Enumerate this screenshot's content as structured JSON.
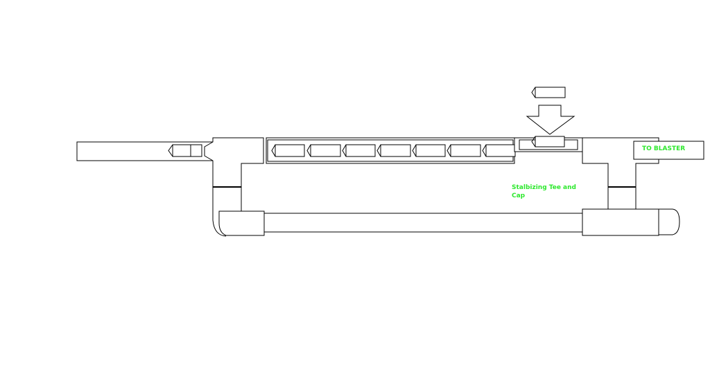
{
  "labels": {
    "to_blaster": "TO BLASTER",
    "stabilizing_line1": "Stalbizing Tee and",
    "stabilizing_line2": "Cap"
  },
  "colors": {
    "label": "#2ee82e",
    "line": "#000000",
    "background": "#ffffff"
  },
  "magazine": {
    "dart_count": 7
  }
}
